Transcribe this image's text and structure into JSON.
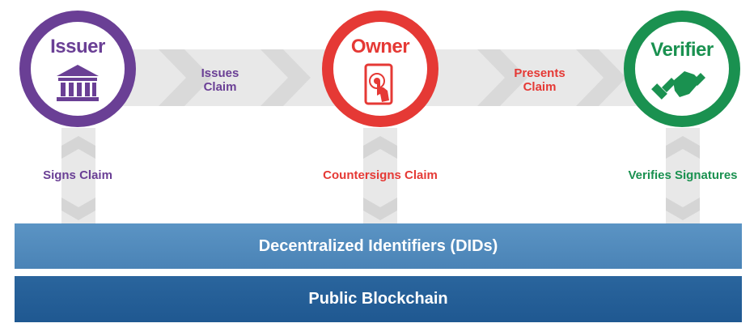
{
  "nodes": {
    "issuer": {
      "title": "Issuer",
      "action": "Signs Claim",
      "color": "#6a3f95",
      "icon": "bank-icon"
    },
    "owner": {
      "title": "Owner",
      "action": "Countersigns Claim",
      "color": "#e53935",
      "icon": "touch-phone-icon"
    },
    "verifier": {
      "title": "Verifier",
      "action": "Verifies Signatures",
      "color": "#1a9150",
      "icon": "handshake-icon"
    }
  },
  "flows": {
    "issues": {
      "line1": "Issues",
      "line2": "Claim"
    },
    "presents": {
      "line1": "Presents",
      "line2": "Claim"
    }
  },
  "layers": {
    "did": "Decentralized Identifiers (DIDs)",
    "blockchain": "Public Blockchain"
  },
  "colors": {
    "arrow_gray": "#e4e4e4",
    "did_blue": "#4f8abd",
    "chain_blue": "#245f97"
  }
}
